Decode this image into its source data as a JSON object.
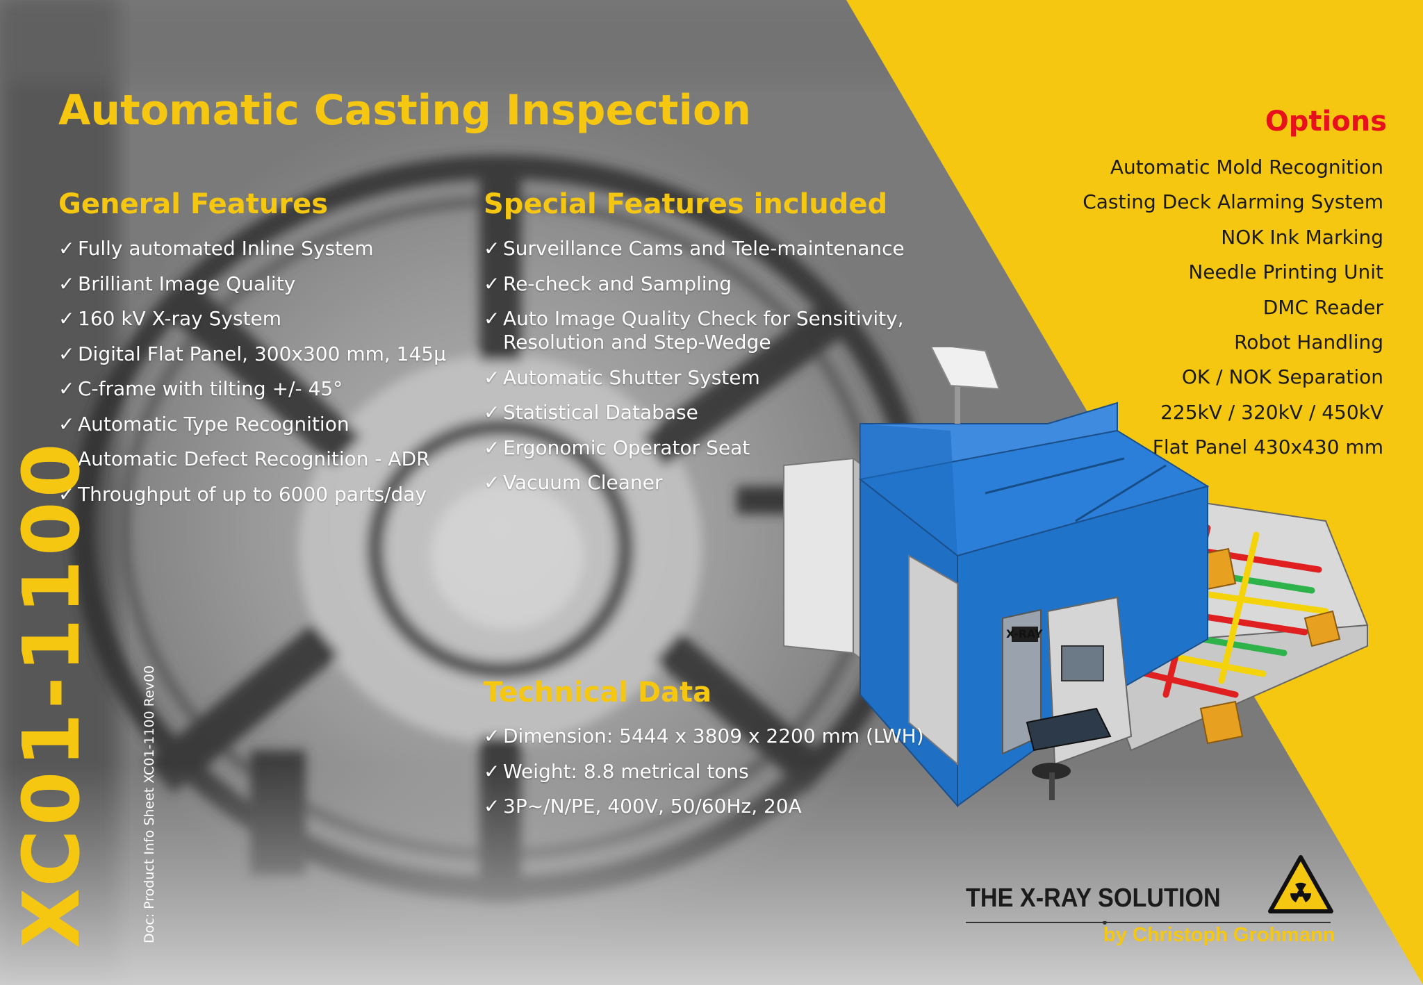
{
  "title": "Automatic Casting Inspection",
  "general_features": {
    "heading": "General Features",
    "items": [
      "Fully automated Inline System",
      "Brilliant Image Quality",
      "160 kV X-ray System",
      "Digital Flat Panel, 300x300 mm, 145µ",
      "C-frame with tilting +/- 45°",
      "Automatic Type Recognition",
      "Automatic Defect Recognition - ADR",
      "Throughput of up to 6000 parts/day"
    ]
  },
  "special_features": {
    "heading": "Special Features included",
    "items": [
      {
        "l1": "Surveillance Cams and Tele-maintenance"
      },
      {
        "l1": "Re-check and Sampling"
      },
      {
        "l1": "Auto Image Quality Check for Sensitivity,",
        "l2": "Resolution and Step-Wedge"
      },
      {
        "l1": "Automatic Shutter System"
      },
      {
        "l1": "Statistical Database"
      },
      {
        "l1": "Ergonomic Operator Seat"
      },
      {
        "l1": "Vacuum Cleaner"
      }
    ]
  },
  "technical_data": {
    "heading": "Technical Data",
    "items": [
      "Dimension: 5444 x 3809 x 2200 mm (LWH)",
      "Weight: 8.8 metrical tons",
      "3P~/N/PE, 400V, 50/60Hz, 20A"
    ]
  },
  "options": {
    "heading": "Options",
    "items": [
      "Automatic Mold Recognition",
      "Casting Deck Alarming System",
      "NOK Ink Marking",
      "Needle Printing Unit",
      "DMC Reader",
      "Robot Handling",
      "OK / NOK Separation",
      "225kV / 320kV / 450kV",
      "Flat Panel 430x430 mm"
    ]
  },
  "check_mark": "✓",
  "model": "XC01-1100",
  "doc_line": "Doc: Product Info Sheet XC01-1100 Rev00",
  "logo": {
    "name": "THE X-RAY SOLUTION",
    "byline": "by Christoph Grohmann",
    "icon": "radiation-warning-icon"
  },
  "machine_label": "X-RAY",
  "colors": {
    "accent_yellow": "#f6c710",
    "options_red": "#e8101a",
    "machine_blue": "#1f74c9",
    "background_gray": "#8a8a8a"
  }
}
